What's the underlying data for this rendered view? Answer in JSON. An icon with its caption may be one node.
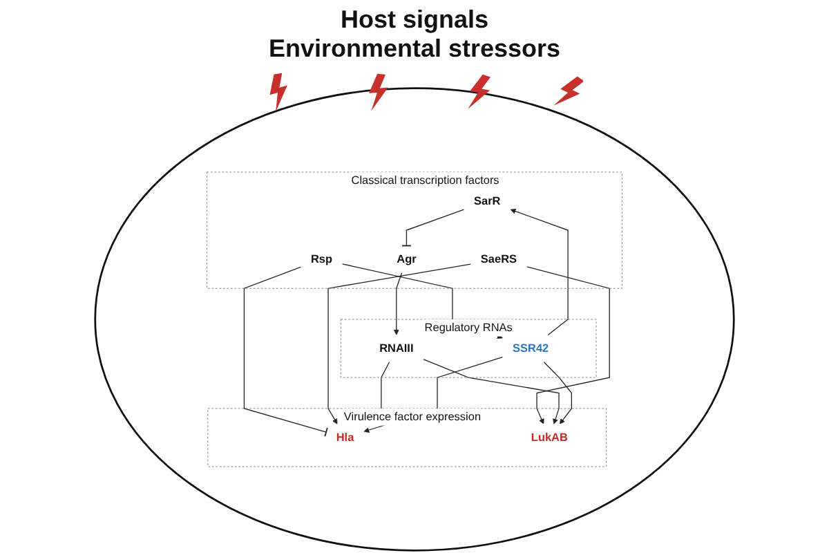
{
  "diagram": {
    "nodes": [
      {
        "text": [],
        "shape": "ellipse"
      },
      {
        "text": [
          "Classical transcription factors"
        ],
        "in": 0
      },
      {
        "text": [
          "SarR"
        ],
        "in": 1
      },
      {
        "text": [
          "Agr"
        ],
        "in": 1
      },
      {
        "text": [
          "Rsp"
        ],
        "in": 1
      },
      {
        "text": [
          "SaeRS"
        ],
        "in": 1
      },
      {
        "text": [
          "Regulatory RNAs"
        ],
        "in": 0
      },
      {
        "text": [
          "RNAIII"
        ],
        "in": 6
      },
      {
        "text": [
          "SSR42"
        ],
        "in": 6
      },
      {
        "text": [
          "Virulence factor expression"
        ],
        "in": 0
      },
      {
        "text": [
          "Hla"
        ],
        "in": 9
      },
      {
        "text": [
          "LukAB"
        ],
        "in": 9
      }
    ],
    "edges": [
      {
        "from": 2,
        "to": 3,
        "arrow": "other"
      },
      {
        "from": 8,
        "to": 2,
        "arrow": "to"
      },
      {
        "from": 3,
        "to": 7,
        "arrow": "to"
      },
      {
        "from": 4,
        "to": 8,
        "arrow": "to"
      },
      {
        "from": 4,
        "to": 10,
        "arrow": "other"
      },
      {
        "from": 5,
        "to": 10,
        "arrow": "to"
      },
      {
        "from": 5,
        "to": 11,
        "arrow": "to"
      },
      {
        "from": 7,
        "to": 10,
        "arrow": "to"
      },
      {
        "from": 7,
        "to": 11,
        "arrow": "to"
      },
      {
        "from": 8,
        "to": 10,
        "arrow": "to"
      },
      {
        "from": 8,
        "to": 11,
        "arrow": "to"
      }
    ],
    "labels": [
      "Host signals",
      "Environmental stressors"
    ]
  }
}
